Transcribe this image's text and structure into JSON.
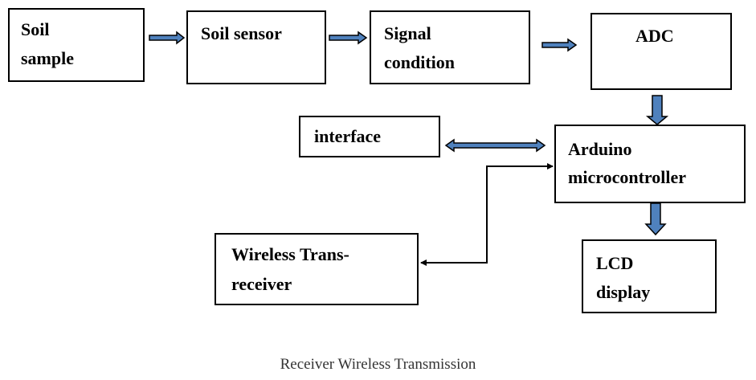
{
  "diagram": {
    "nodes": {
      "soil_sample": {
        "line1": "Soil",
        "line2": "sample"
      },
      "soil_sensor": {
        "label": "Soil sensor"
      },
      "signal_condition": {
        "line1": "Signal",
        "line2": "condition"
      },
      "adc": {
        "label": "ADC"
      },
      "interface": {
        "label": "interface"
      },
      "arduino": {
        "line1": "Arduino",
        "line2": "microcontroller"
      },
      "wireless": {
        "line1": "Wireless Trans-",
        "line2": "receiver"
      },
      "lcd": {
        "line1": "LCD",
        "line2": "display"
      }
    },
    "edges": [
      {
        "from": "soil_sample",
        "to": "soil_sensor",
        "style": "block-arrow"
      },
      {
        "from": "soil_sensor",
        "to": "signal_condition",
        "style": "block-arrow"
      },
      {
        "from": "signal_condition",
        "to": "adc",
        "style": "block-arrow"
      },
      {
        "from": "adc",
        "to": "arduino",
        "style": "block-arrow"
      },
      {
        "from": "interface",
        "to": "arduino",
        "style": "double-block-arrow"
      },
      {
        "from": "arduino",
        "to": "lcd",
        "style": "block-arrow"
      },
      {
        "from": "arduino",
        "to": "wireless",
        "style": "line-arrow-both"
      }
    ],
    "colors": {
      "arrow_fill": "#4f81bd",
      "stroke": "#000000"
    }
  },
  "caption": "Receiver Wireless Transmission"
}
